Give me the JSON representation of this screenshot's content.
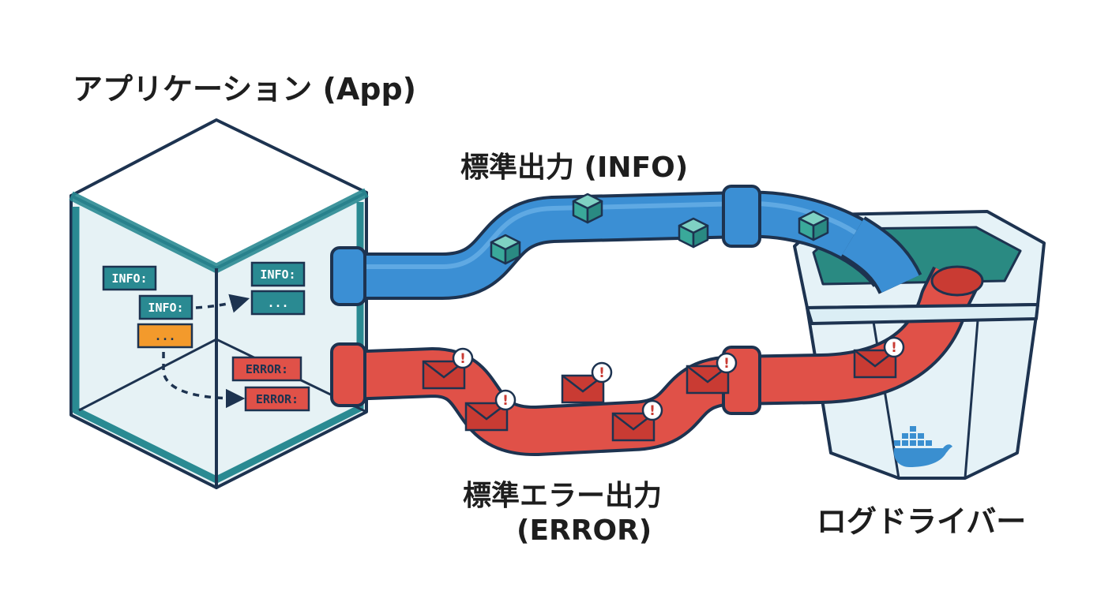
{
  "labels": {
    "app": "アプリケーション (App)",
    "stdout": "標準出力 (INFO)",
    "stderr_line1": "標準エラー出力",
    "stderr_line2": "(ERROR)",
    "log_driver": "ログドライバー"
  },
  "app_box": {
    "left_tags": [
      "INFO:",
      "INFO:",
      "..."
    ],
    "right_info_tags": [
      "INFO:",
      "..."
    ],
    "right_error_tags": [
      "ERROR:",
      "ERROR:"
    ]
  },
  "colors": {
    "outline": "#1d3350",
    "teal": "#2a8a92",
    "teal_dark": "#1d6d74",
    "box_face": "#e3f0f4",
    "blue_pipe": "#3b8fd4",
    "red_pipe": "#e05148",
    "orange_tag": "#f39a2c",
    "bucket": "#e5f2f7",
    "cube": "#3aa99a"
  },
  "icons": {
    "info_packet": "cube-packet-icon",
    "error_packet": "envelope-alert-icon",
    "log_driver_logo": "docker-whale-icon"
  }
}
